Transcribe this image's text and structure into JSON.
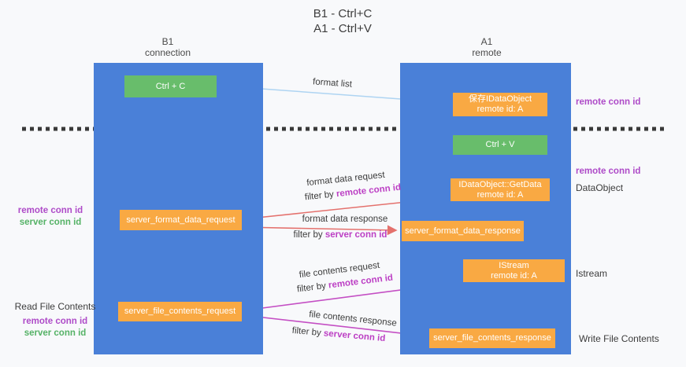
{
  "title": {
    "line1": "B1 - Ctrl+C",
    "line2": "A1 - Ctrl+V"
  },
  "lifelines": {
    "left": {
      "name": "B1",
      "role": "connection"
    },
    "right": {
      "name": "A1",
      "role": "remote"
    }
  },
  "nodes": {
    "ctrl_c": {
      "label": "Ctrl + C"
    },
    "ctrl_v": {
      "label": "Ctrl + V"
    },
    "save_dataobject": {
      "line1": "保存IDataObject",
      "line2": "remote id: A"
    },
    "getdata": {
      "line1": "IDataObject::GetData",
      "line2": "remote id: A"
    },
    "istream": {
      "line1": "IStream",
      "line2": "remote id: A"
    },
    "format_request": {
      "label": "server_format_data_request"
    },
    "format_response": {
      "label": "server_format_data_response"
    },
    "file_request": {
      "label": "server_file_contents_request"
    },
    "file_response": {
      "label": "server_file_contents_response"
    }
  },
  "arrow_labels": {
    "format_list": "format list",
    "format_data_request": "format data request",
    "format_data_response": "format data response",
    "file_contents_request": "file contents request",
    "file_contents_response": "file contents response",
    "filter_by": "filter by ",
    "remote_conn_id": "remote conn id",
    "server_conn_id": "server conn id"
  },
  "side_labels": {
    "remote_conn_id": "remote conn id",
    "server_conn_id": "server conn id",
    "dataobject": "DataObject",
    "istream": "Istream",
    "read_file_contents": "Read File Contents",
    "write_file_contents": "Write File Contents"
  },
  "colors": {
    "lane_blue": "#4a80d8",
    "node_orange": "#f9a943",
    "node_green": "#68bd6b",
    "purple": "#ae4bc8",
    "conn_green": "#55b266",
    "arrow_red": "#e4716d",
    "arrow_magenta": "#c44fc4",
    "arrow_blue": "#aed4f2",
    "arrow_black": "#333333",
    "dashed_line": "#3a3a3a"
  }
}
